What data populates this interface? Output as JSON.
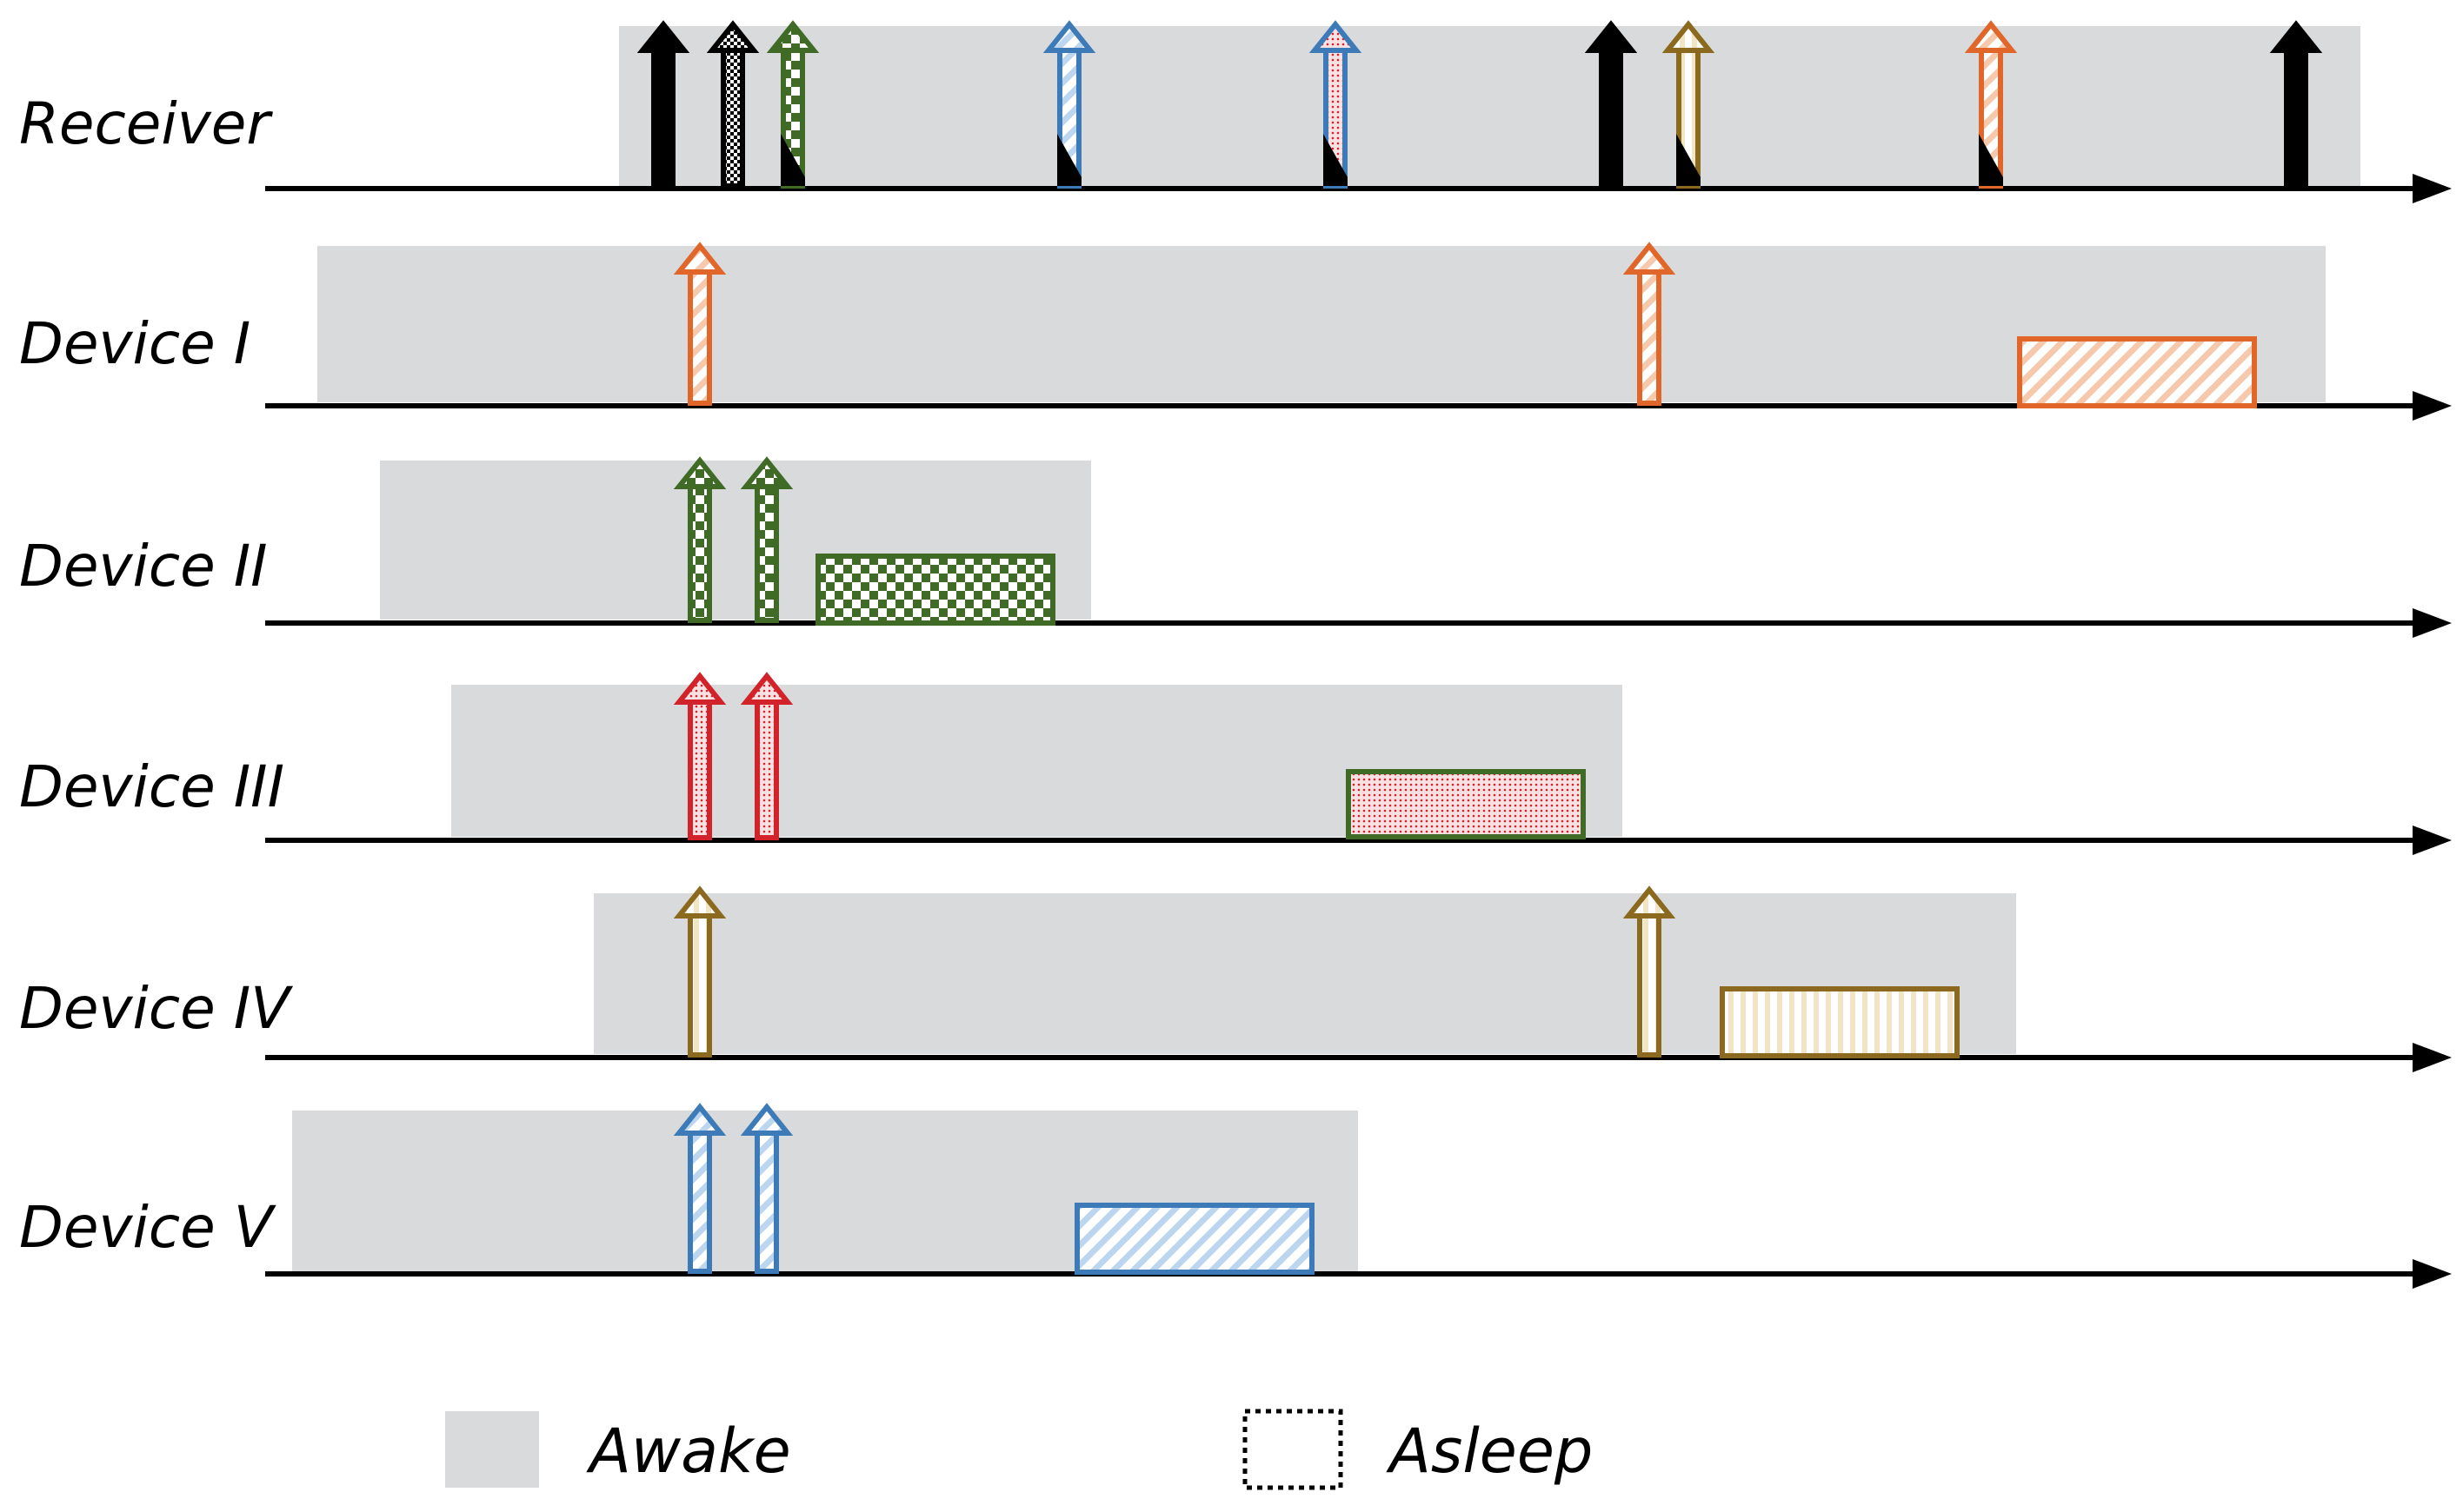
{
  "colors": {
    "awake": "#d9dadb",
    "axis": "#000000",
    "receiver": "#000000",
    "device_1": "#e0662a",
    "device_1_light": "#f6c9ad",
    "device_2": "#3f6b26",
    "device_2_light": "#ffffff",
    "device_3": "#d2232a",
    "device_3_light": "#f3c3c5",
    "device_4": "#8b6a1f",
    "device_4_light": "#f1e5c6",
    "device_5": "#3d7bb8",
    "device_5_light": "#bcd6ef",
    "data_block_3_border": "#3f6b26"
  },
  "rows": [
    {
      "label": "Receiver",
      "color_key": "receiver"
    },
    {
      "label": "Device I",
      "color_key": "device_1"
    },
    {
      "label": "Device II",
      "color_key": "device_2"
    },
    {
      "label": "Device III",
      "color_key": "device_3"
    },
    {
      "label": "Device IV",
      "color_key": "device_4"
    },
    {
      "label": "Device V",
      "color_key": "device_5"
    }
  ],
  "legend": {
    "awake_label": "Awake",
    "asleep_label": "Asleep"
  }
}
